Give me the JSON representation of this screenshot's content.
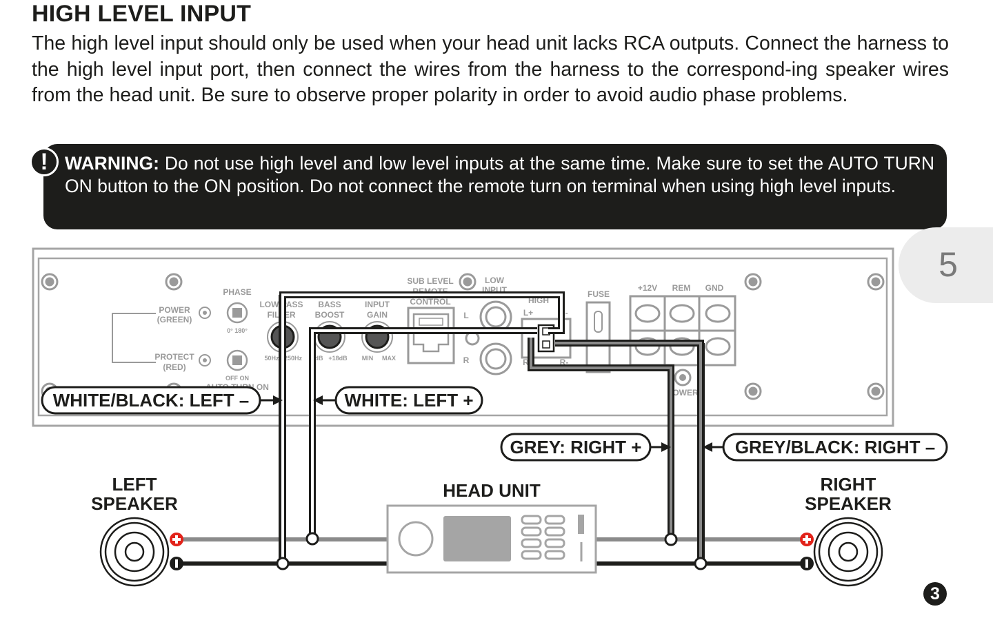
{
  "header": {
    "title": "HIGH LEVEL INPUT",
    "body": "The high level input should only be used when your head unit lacks RCA outputs. Connect the harness to the high level input port, then connect the wires from the harness to the correspond-ing speaker wires from the head unit. Be sure to observe proper polarity in order to avoid audio phase problems."
  },
  "warning": {
    "icon": "!",
    "label": "WARNING:",
    "text": " Do not use high level and low level inputs at the same time. Make sure to set the AUTO TURN ON button to the ON position. Do not connect the remote turn on terminal when using high level inputs."
  },
  "page": {
    "number": "5",
    "step": "3"
  },
  "amplifier": {
    "power_label_1": "POWER",
    "power_label_2": "(GREEN)",
    "protect_label_1": "PROTECT",
    "protect_label_2": "(RED)",
    "phase": "PHASE",
    "phase_scale": "0°  180°",
    "auto_on_scale": "OFF ON",
    "auto_turn_on": "AUTO TURN ON",
    "lowpass_1": "LOW PASS",
    "lowpass_2": "FILTER",
    "lowpass_min": "50Hz",
    "lowpass_max": "250Hz",
    "bass_boost_1": "BASS",
    "bass_boost_2": "BOOST",
    "bass_min": "0dB",
    "bass_max": "+18dB",
    "input_gain_1": "INPUT",
    "input_gain_2": "GAIN",
    "gain_min": "MIN",
    "gain_max": "MAX",
    "sub_level_1": "SUB LEVEL",
    "sub_level_2": "REMOTE",
    "sub_level_3": "CONTROL",
    "low_input_1": "LOW",
    "low_input_2": "INPUT",
    "high_input": "HIGH",
    "rca_l": "L",
    "rca_r": "R",
    "l_plus": "L+",
    "l_minus": "L-",
    "r_plus": "R+",
    "r_minus": "R-",
    "fuse": "FUSE",
    "plus12v": "+12V",
    "rem": "REM",
    "gnd": "GND",
    "power": "POWER"
  },
  "wire_labels": {
    "white_black": "WHITE/BLACK: LEFT –",
    "white": "WHITE: LEFT +",
    "grey": "GREY: RIGHT +",
    "grey_black": "GREY/BLACK: RIGHT –"
  },
  "components": {
    "left_speaker_1": "LEFT",
    "left_speaker_2": "SPEAKER",
    "head_unit": "HEAD UNIT",
    "right_speaker_1": "RIGHT",
    "right_speaker_2": "SPEAKER"
  },
  "colors": {
    "ink": "#1d1d1b",
    "amp_grey": "#9a9a9a",
    "wire_grey": "#8a8a8a",
    "positive_red": "#e2231a"
  }
}
